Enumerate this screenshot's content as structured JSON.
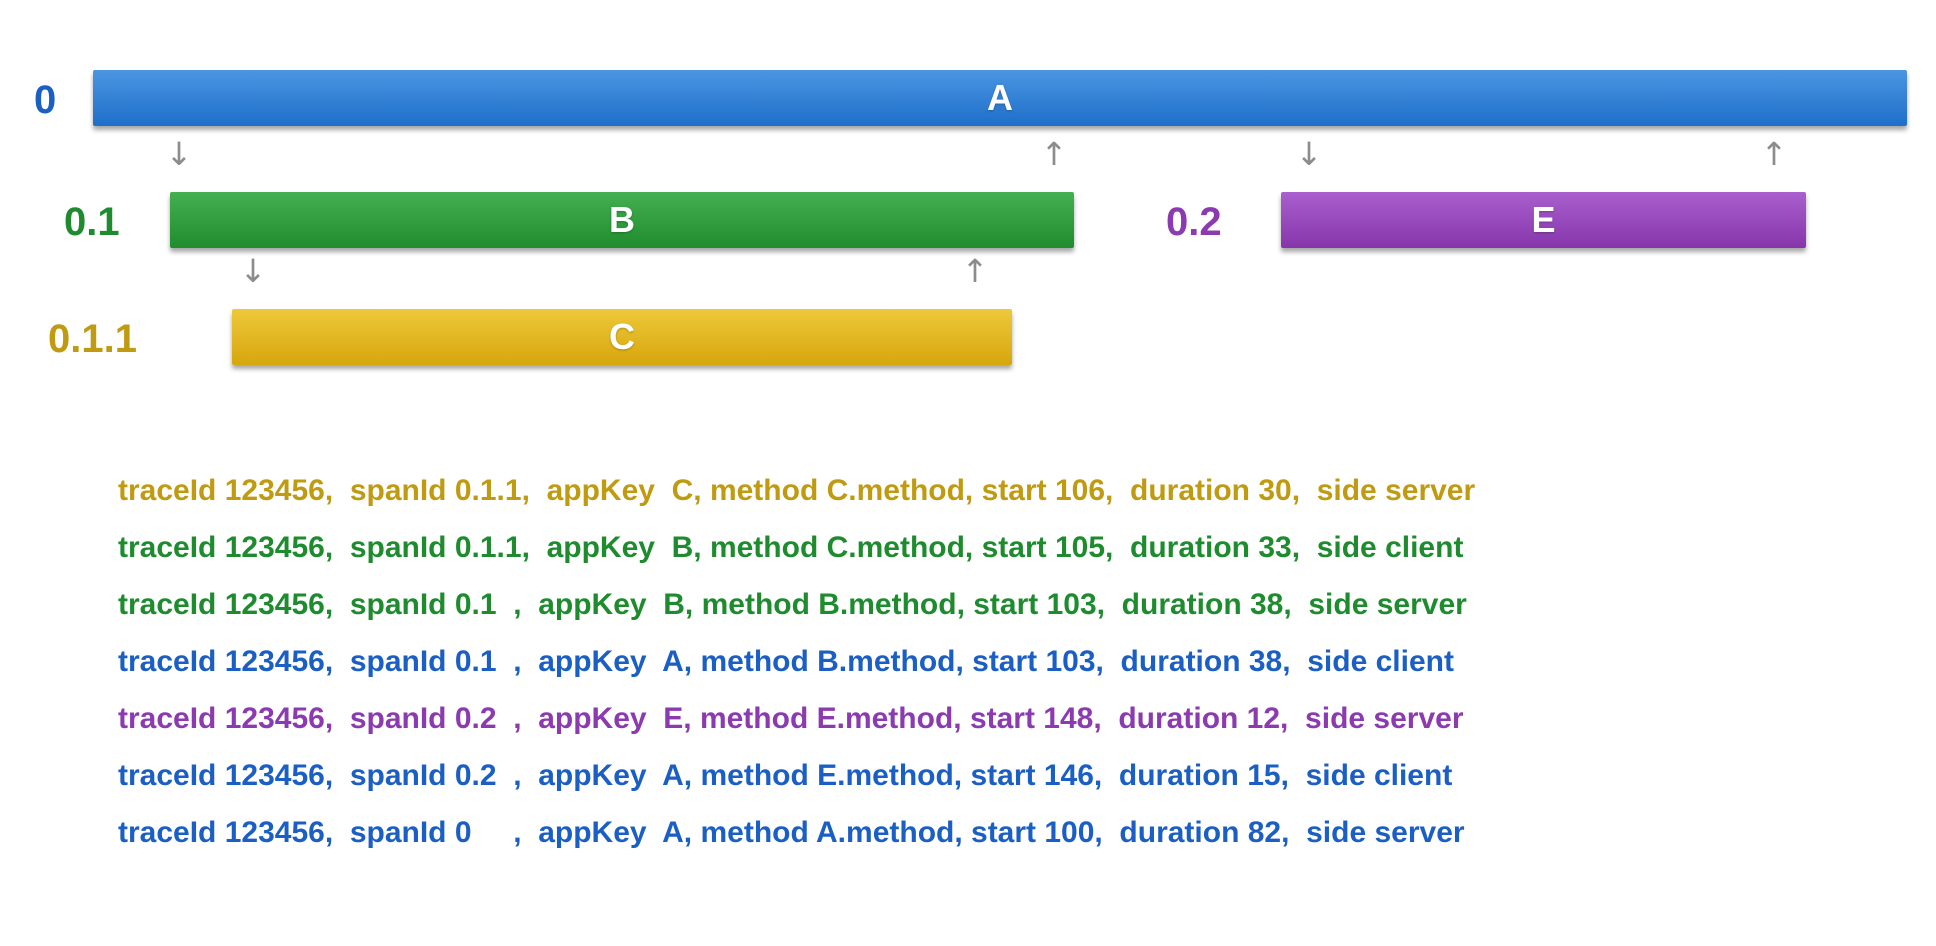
{
  "colors": {
    "background": "#ffffff",
    "blue": "#1e6fca",
    "blue-light": "#4b95e2",
    "green": "#1f8c2d",
    "green-light": "#44b052",
    "gold": "#d6a60d",
    "gold-light": "#eec93a",
    "purple": "#8636ab",
    "purple-light": "#a95fcd",
    "text-blue": "#1b5fc4",
    "text-green": "#1e8c2e",
    "text-gold": "#c09b12",
    "text-purple": "#8b3ab0",
    "arrow-gray": "#8c8c8c",
    "bar-label": "#ffffff"
  },
  "icons": {
    "down-arrow": "↓",
    "up-arrow": "↑"
  },
  "diagram": {
    "bars": [
      {
        "span_id": "0",
        "label": "A"
      },
      {
        "span_id": "0.1",
        "label": "B"
      },
      {
        "span_id": "0.2",
        "label": "E"
      },
      {
        "span_id": "0.1.1",
        "label": "C"
      }
    ]
  },
  "logs": {
    "lines": [
      {
        "text": "traceId 123456,  spanId 0.1.1,  appKey  C, method C.method, start 106,  duration 30,  side server",
        "traceId": "123456",
        "spanId": "0.1.1",
        "appKey": "C",
        "method": "C.method",
        "start": 106,
        "duration": 30,
        "side": "server"
      },
      {
        "text": "traceId 123456,  spanId 0.1.1,  appKey  B, method C.method, start 105,  duration 33,  side client",
        "traceId": "123456",
        "spanId": "0.1.1",
        "appKey": "B",
        "method": "C.method",
        "start": 105,
        "duration": 33,
        "side": "client"
      },
      {
        "text": "traceId 123456,  spanId 0.1  ,  appKey  B, method B.method, start 103,  duration 38,  side server",
        "traceId": "123456",
        "spanId": "0.1",
        "appKey": "B",
        "method": "B.method",
        "start": 103,
        "duration": 38,
        "side": "server"
      },
      {
        "text": "traceId 123456,  spanId 0.1  ,  appKey  A, method B.method, start 103,  duration 38,  side client",
        "traceId": "123456",
        "spanId": "0.1",
        "appKey": "A",
        "method": "B.method",
        "start": 103,
        "duration": 38,
        "side": "client"
      },
      {
        "text": "traceId 123456,  spanId 0.2  ,  appKey  E, method E.method, start 148,  duration 12,  side server",
        "traceId": "123456",
        "spanId": "0.2",
        "appKey": "E",
        "method": "E.method",
        "start": 148,
        "duration": 12,
        "side": "server"
      },
      {
        "text": "traceId 123456,  spanId 0.2  ,  appKey  A, method E.method, start 146,  duration 15,  side client",
        "traceId": "123456",
        "spanId": "0.2",
        "appKey": "A",
        "method": "E.method",
        "start": 146,
        "duration": 15,
        "side": "client"
      },
      {
        "text": "traceId 123456,  spanId 0     ,  appKey  A, method A.method, start 100,  duration 82,  side server",
        "traceId": "123456",
        "spanId": "0",
        "appKey": "A",
        "method": "A.method",
        "start": 100,
        "duration": 82,
        "side": "server"
      }
    ]
  }
}
